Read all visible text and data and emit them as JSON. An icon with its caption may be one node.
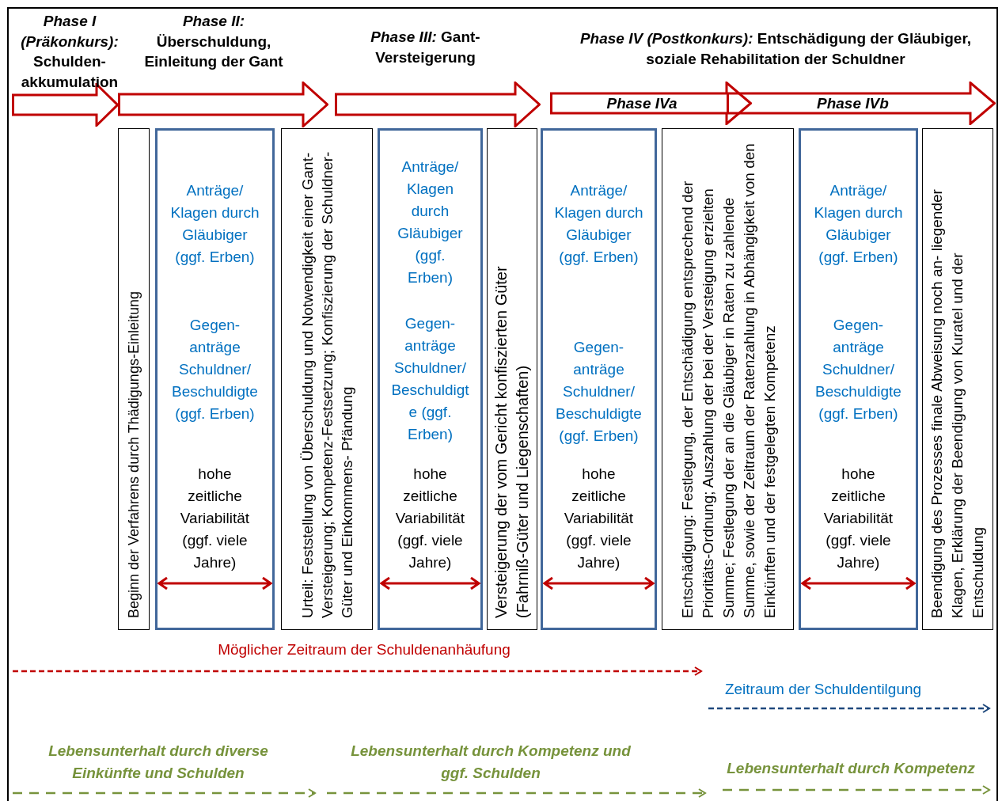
{
  "diagram": {
    "nodes": [
      {
        "text": [],
        "shape": "arrow"
      },
      {
        "text": [],
        "shape": "arrow"
      },
      {
        "text": [],
        "shape": "arrow"
      },
      {
        "text": [
          "Phase IVa"
        ]
      },
      {
        "text": [
          "Phase IVb"
        ]
      },
      {
        "text": [
          "Beginn der Verfahrens durch Thädigungs-Einleitung"
        ]
      },
      {
        "text": [
          "Anträge/ Klagen durch Gläubiger (ggf. Erben)",
          "Gegen- anträge Schuldner/ Beschuldigte (ggf. Erben)",
          "hohe zeitliche Variabilität (ggf. viele Jahre)"
        ]
      },
      {
        "text": [
          "Urteil: Feststellung von Überschuldung und Notwendigkeit einer Gant-Versteigerung; Kompetenz-Festsetzung; Konfiszierung der Schuldner-Güter und Einkommens- Pfändung"
        ]
      },
      {
        "text": [
          "Anträge/ Klagen durch Gläubiger (ggf. Erben)",
          "Gegen- anträge Schuldner/ Beschuldigte (ggf. Erben)",
          "hohe zeitliche Variabilität (ggf. viele Jahre)"
        ]
      },
      {
        "text": [
          "Versteigerung der vom Gericht konfiszierten Güter (Fahrniß-Güter und Liegenschaften)"
        ]
      },
      {
        "text": [
          "Anträge/ Klagen durch Gläubiger (ggf. Erben)",
          "Gegen- anträge Schuldner/ Beschuldigte (ggf. Erben)",
          "hohe zeitliche Variabilität (ggf. viele Jahre)"
        ]
      },
      {
        "text": [
          "Entschädigung: Festlegung, der Entschädigung entsprechend der Prioritäts-Ordnung; Auszahlung der bei der Versteigung erzielten Summe; Festlegung der an die Gläubiger in Raten zu zahlende Summe, sowie der Zeitraum der Ratenzahlung in Abhängigkeit von den Einkünften und der festgelegten Kompetenz"
        ]
      },
      {
        "text": [
          "Anträge/ Klagen durch Gläubiger (ggf. Erben)",
          "Gegen- anträge Schuldner/ Beschuldigte (ggf. Erben)",
          "hohe zeitliche Variabilität (ggf. viele Jahre)"
        ]
      },
      {
        "text": [
          "Beendigung des Prozesses finale Abweisung noch an- liegender Klagen, Erklärung der Beendigung von Kuratel und der Entschuldung"
        ]
      }
    ],
    "labels": [
      "*Phase I (Präkonkurs):* Schulden- akkumulation",
      "*Phase II:* Überschuldung, Einleitung der Gant",
      "*Phase III:* Gant- Versteigerung",
      "*Phase IV (Postkonkurs):* Entschädigung der Gläubiger, soziale Rehabilitation der Schuldner",
      "Möglicher Zeitraum der Schuldenanhäufung",
      "Zeitraum der Schuldentilgung",
      "Lebensunterhalt durch diverse Einkünfte und Schulden",
      "Lebensunterhalt durch Kompetenz und ggf. Schulden",
      "Lebensunterhalt durch Kompetenz"
    ]
  }
}
